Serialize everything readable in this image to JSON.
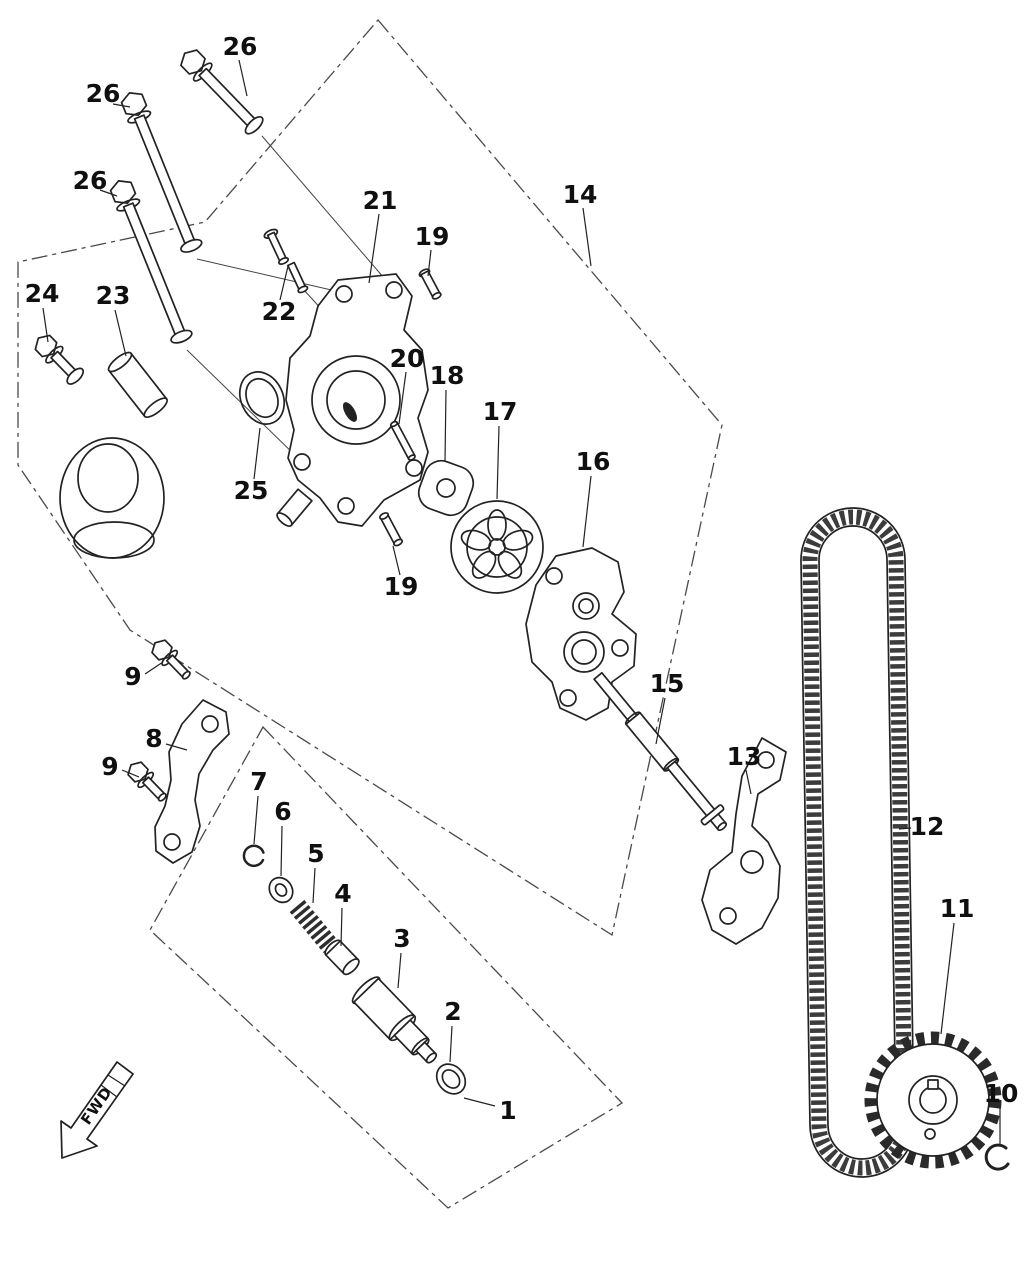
{
  "diagram": {
    "colors": {
      "background": "#ffffff",
      "line": "#222222"
    },
    "fwd_label": "FWD",
    "labels": [
      {
        "text": "26"
      },
      {
        "text": "26"
      },
      {
        "text": "26"
      },
      {
        "text": "21"
      },
      {
        "text": "19"
      },
      {
        "text": "14"
      },
      {
        "text": "24"
      },
      {
        "text": "23"
      },
      {
        "text": "22"
      },
      {
        "text": "20"
      },
      {
        "text": "18"
      },
      {
        "text": "17"
      },
      {
        "text": "16"
      },
      {
        "text": "25"
      },
      {
        "text": "19"
      },
      {
        "text": "9"
      },
      {
        "text": "15"
      },
      {
        "text": "8"
      },
      {
        "text": "13"
      },
      {
        "text": "9"
      },
      {
        "text": "7"
      },
      {
        "text": "6"
      },
      {
        "text": "12"
      },
      {
        "text": "5"
      },
      {
        "text": "4"
      },
      {
        "text": "11"
      },
      {
        "text": "3"
      },
      {
        "text": "2"
      },
      {
        "text": "10"
      },
      {
        "text": "1"
      }
    ]
  }
}
